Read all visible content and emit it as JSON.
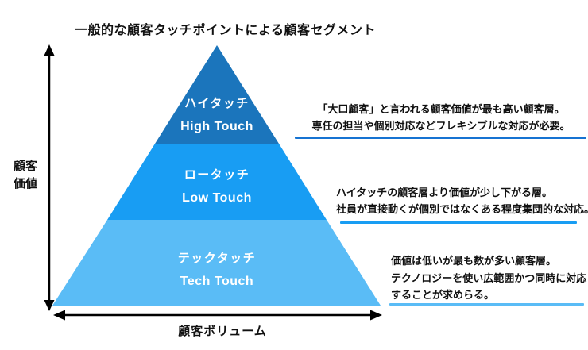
{
  "title": "一般的な顧客タッチポイントによる顧客セグメント",
  "axes": {
    "y_label_line1": "顧客",
    "y_label_line2": "価値",
    "x_label": "顧客ボリューム",
    "arrow_color": "#000000"
  },
  "pyramid": {
    "tiers": [
      {
        "jp": "ハイタッチ",
        "en": "High Touch",
        "color": "#1B75BC"
      },
      {
        "jp": "ロータッチ",
        "en": "Low Touch",
        "color": "#189DF3"
      },
      {
        "jp": "テックタッチ",
        "en": "Tech Touch",
        "color": "#5ABCF6"
      }
    ]
  },
  "annotations": [
    {
      "lines": [
        "「大口顧客」と言われる顧客価値が最も高い顧客層。",
        "専任の担当や個別対応などフレキシブルな対応が必要。"
      ],
      "underline_color": "#1673D2"
    },
    {
      "lines": [
        "ハイタッチの顧客層より価値が少し下がる層。",
        "社員が直接動くが個別ではなくある程度集団的な対応。"
      ],
      "underline_color": "#189DF3"
    },
    {
      "lines": [
        "価値は低いが最も数が多い顧客層。",
        "テクノロジーを使い広範囲かつ同時に対応",
        "することが求めらる。"
      ],
      "underline_color": "#5ABCF6"
    }
  ],
  "colors": {
    "background": "#ffffff",
    "text": "#111111"
  }
}
